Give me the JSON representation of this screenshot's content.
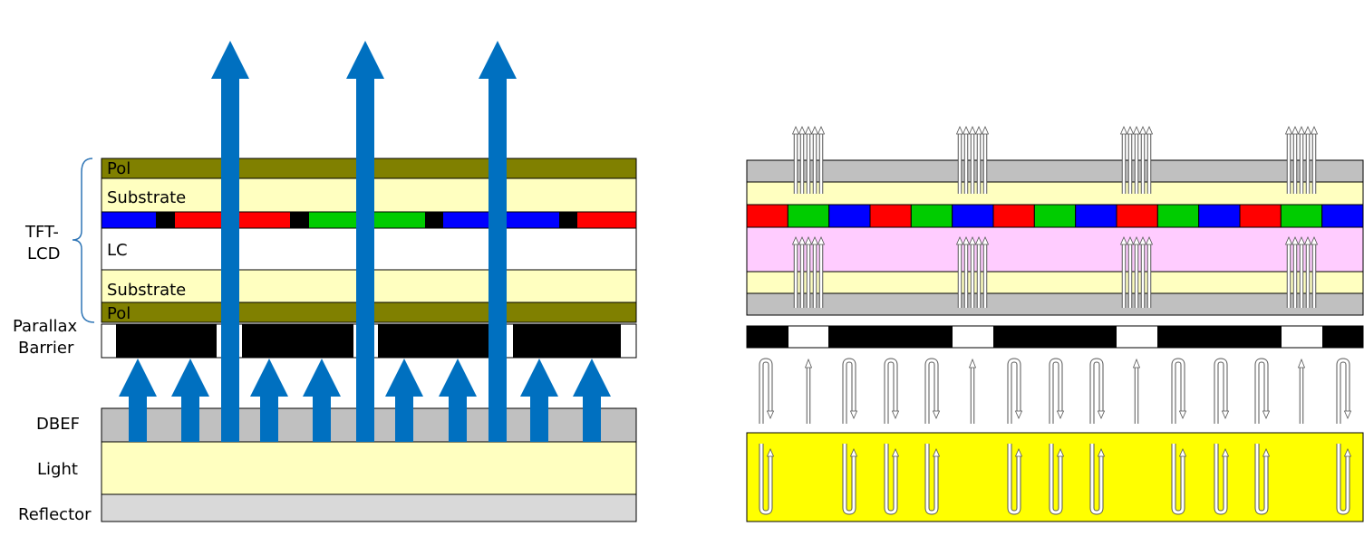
{
  "left_diagram": {
    "labels": {
      "tft_lcd_line1": "TFT-",
      "tft_lcd_line2": "LCD",
      "parallax_line1": "Parallax",
      "parallax_line2": "Barrier",
      "dbef": "DBEF",
      "light": "Light",
      "reflector": "Reflector"
    },
    "layers": {
      "pol_top": "Pol",
      "substrate_top": "Substrate",
      "lc": "LC",
      "substrate_bottom": "Substrate",
      "pol_bottom": "Pol"
    },
    "color_filter_sequence": [
      "blue",
      "black",
      "red",
      "red",
      "black",
      "green",
      "green",
      "black",
      "blue",
      "blue",
      "black",
      "red"
    ]
  },
  "colors": {
    "pol": "#808000",
    "substrate": "#ffffc0",
    "lc": "#ffffff",
    "dbef": "#c0c0c0",
    "light": "#ffffc0",
    "reflector": "#d9d9d9",
    "barrier": "#000000",
    "arrow_blue": "#0070c0",
    "filter_red": "#ff0000",
    "filter_green": "#00cc00",
    "filter_blue": "#0000ff",
    "right_lc": "#ffccff",
    "right_light": "#ffff00",
    "right_gray": "#c0c0c0"
  },
  "right_diagram": {
    "color_filter_sequence": [
      "red",
      "green",
      "blue",
      "red",
      "green",
      "blue",
      "red",
      "green",
      "blue",
      "red",
      "green",
      "blue",
      "red",
      "green",
      "blue"
    ],
    "barrier_pattern": [
      "black",
      "white",
      "black",
      "white",
      "black",
      "white",
      "black",
      "white",
      "black"
    ]
  }
}
